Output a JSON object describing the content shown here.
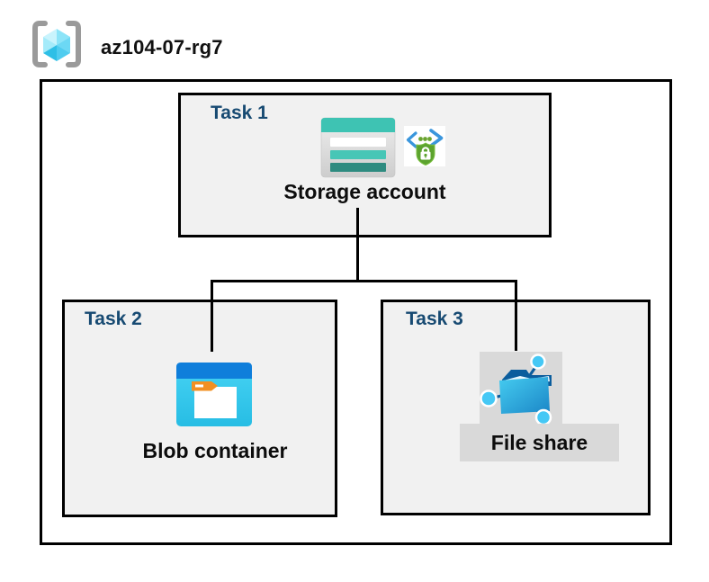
{
  "header": {
    "icon": "resource-group-icon",
    "title": "az104-07-rg7"
  },
  "tasks": [
    {
      "label": "Task 1",
      "resource": "Storage account",
      "icons": [
        "storage-account-icon",
        "sas-security-icon"
      ]
    },
    {
      "label": "Task 2",
      "resource": "Blob container",
      "icons": [
        "blob-container-icon"
      ]
    },
    {
      "label": "Task 3",
      "resource": "File share",
      "icons": [
        "file-share-icon"
      ]
    }
  ],
  "connections": [
    {
      "from": "Storage account",
      "to": "Blob container"
    },
    {
      "from": "Storage account",
      "to": "File share"
    }
  ],
  "colors": {
    "task_label": "#174a72",
    "task_box_fill": "#f1f1f1",
    "border": "#000000",
    "highlight_gray": "#d9d9d9",
    "storage_teal": "#3ec3b3",
    "storage_teal_dark": "#2e8b80",
    "blob_top_blue": "#0f7edb",
    "blob_body_cyan": "#35c8ec",
    "fileshare_navy": "#0b5d9d",
    "fileshare_cyan": "#38c1ea",
    "shield_green": "#5ca32e",
    "chevron_blue": "#3a96dd",
    "cube_cyan": "#55cef0",
    "bracket_gray": "#9a9a9a"
  }
}
